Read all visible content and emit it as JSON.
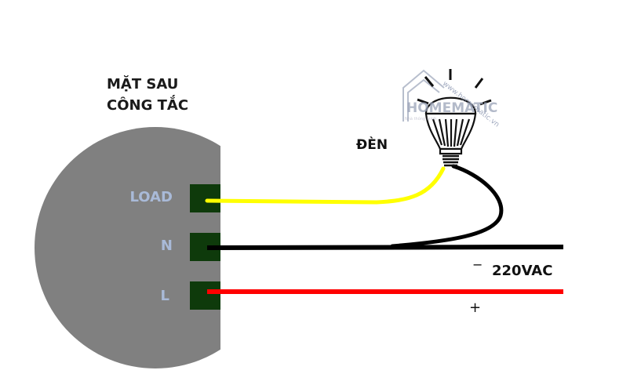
{
  "diagram": {
    "title_line1": "MẶT SAU",
    "title_line2": "CÔNG TẮC",
    "terminals": [
      {
        "label": "LOAD",
        "wire_color": "#ffff00"
      },
      {
        "label": "N",
        "wire_color": "#000000"
      },
      {
        "label": "L",
        "wire_color": "#ff0000"
      }
    ],
    "lamp_label": "ĐÈN",
    "supply_label": "220VAC",
    "minus_sign": "−",
    "plus_sign": "+",
    "watermark": {
      "brand": "HOMEMATIC",
      "tagline": "Nhà thông minh",
      "url": "www.homematic.vn"
    },
    "colors": {
      "plate": "#808080",
      "terminal": "#0e3a0b",
      "terminal_label": "#a9bad8",
      "load_wire": "#ffff00",
      "neutral_wire": "#000000",
      "live_wire": "#ff0000"
    }
  }
}
